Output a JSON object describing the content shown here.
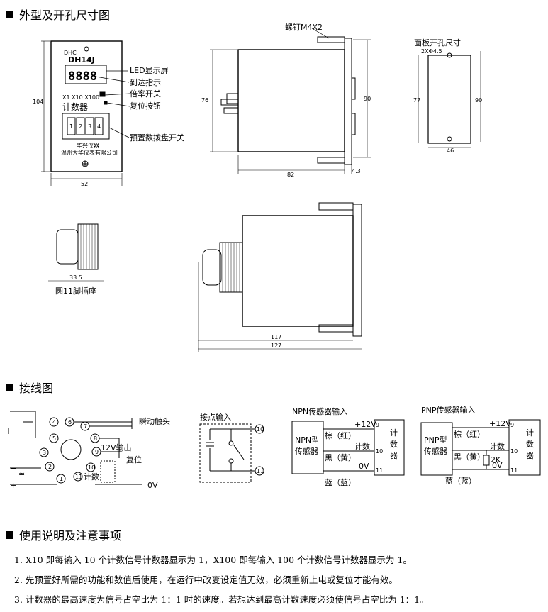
{
  "sections": {
    "dims_title": "外型及开孔尺寸图",
    "wiring_title": "接线图",
    "usage_title": "使用说明及注意事项"
  },
  "front": {
    "brand": "DHC",
    "model": "DH14J",
    "display": "8888",
    "multipliers": "X1 X10 X100",
    "name": "计数器",
    "digits": [
      "1",
      "2",
      "3",
      "4"
    ],
    "maker1": "华兴仪器",
    "maker2": "温州大华仪表有限公司",
    "height_dim": "104",
    "width_dim": "52"
  },
  "callouts": {
    "led": "LED显示屏",
    "reach": "到达指示",
    "rate": "倍率开关",
    "reset": "复位按钮",
    "preset": "预置数拨盘开关"
  },
  "side": {
    "screw": "螺钉M4X2",
    "h76": "76",
    "h90": "90",
    "w82": "82",
    "w43": "4.3"
  },
  "cutout": {
    "title": "面板开孔尺寸",
    "hole": "2XΦ4.5",
    "h77": "77",
    "h90": "90",
    "w46": "46"
  },
  "socket": {
    "w": "33.5",
    "label": "圆11脚插座"
  },
  "assembly": {
    "w117": "117",
    "w127": "127"
  },
  "wiring": {
    "pins": [
      "1",
      "2",
      "3",
      "4",
      "5",
      "6",
      "7",
      "8",
      "9",
      "10",
      "11"
    ],
    "instant": "瞬动触头",
    "out12": "12V输出",
    "reset": "复位",
    "count": "计数",
    "zero": "0V",
    "minus": "−",
    "ac": "≃",
    "plus": "+"
  },
  "contact": {
    "title": "接点输入",
    "p10": "10",
    "p11": "11"
  },
  "npn": {
    "title": "NPN传感器输入",
    "box1": "NPN型",
    "box2": "传感器",
    "brown": "棕（红）",
    "black": "黑（黄）",
    "blue": "蓝（蓝）",
    "v12": "+12V",
    "count": "计数",
    "zero": "0V",
    "p9": "9",
    "p10": "10",
    "p11": "11",
    "counter": [
      "计",
      "数",
      "器"
    ]
  },
  "pnp": {
    "title": "PNP传感器输入",
    "box1": "PNP型",
    "box2": "传感器",
    "brown": "棕（红）",
    "black": "黑（黄）",
    "blue": "蓝（蓝）",
    "v12": "+12V",
    "count": "计数",
    "zero": "0V",
    "r2k": "2K",
    "p9": "9",
    "p10": "10",
    "p11": "11",
    "counter": [
      "计",
      "数",
      "器"
    ]
  },
  "notes": [
    "1. X10 即每输入 10 个计数信号计数器显示为 1，X100 即每输入 100 个计数信号计数器显示为 1。",
    "2. 先预置好所需的功能和数值后使用，在运行中改变设定值无效，必须重新上电或复位才能有效。",
    "3. 计数器的最高速度为信号占空比为 1：1 时的速度。若想达到最高计数速度必须使信号占空比为 1：1。"
  ]
}
